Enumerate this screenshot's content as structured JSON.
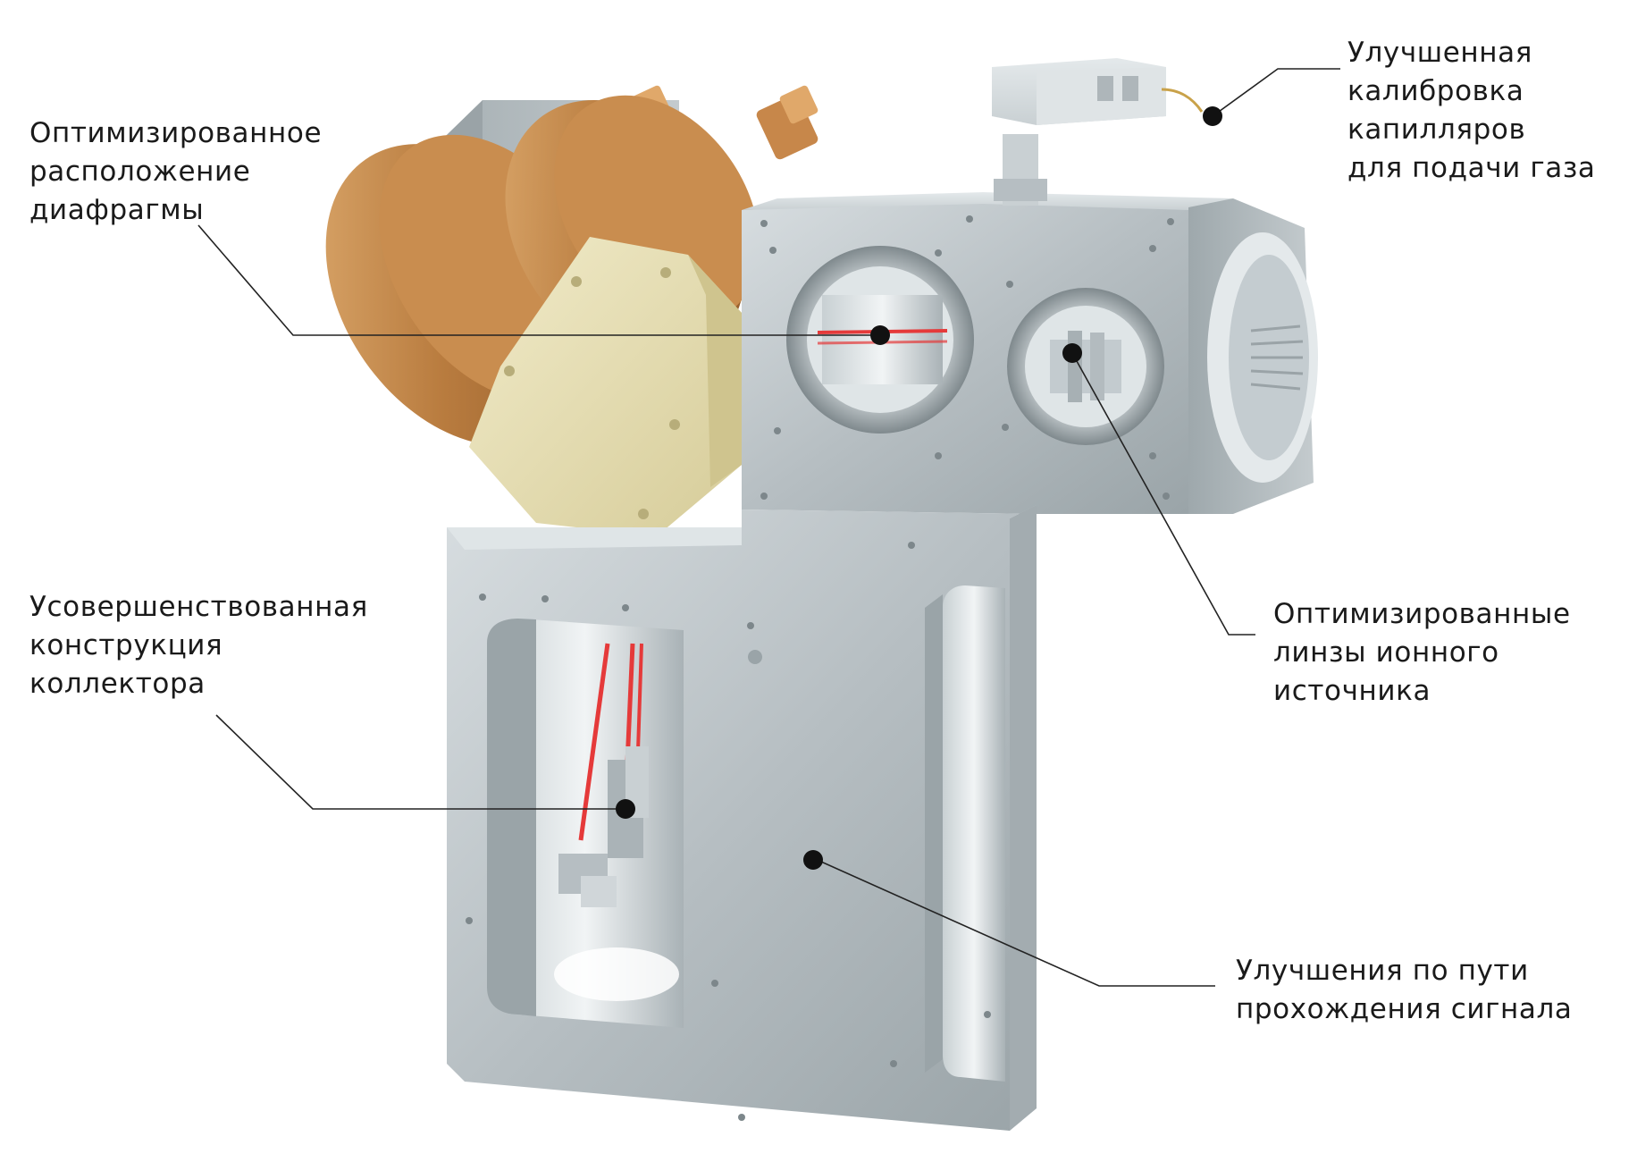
{
  "colors": {
    "steel": "#b9c1c4",
    "steel_dark": "#8e989c",
    "steel_light": "#dde3e5",
    "copper": "#b97c3f",
    "copper_light": "#d9a468",
    "brass": "#e7dfb6",
    "beam": "#e53a3a",
    "leader": "#222222",
    "text": "#1a1a1a"
  },
  "callouts": [
    {
      "id": "diaphragm",
      "lines": [
        "Оптимизированное",
        "расположение",
        "диафрагмы"
      ]
    },
    {
      "id": "capillaries",
      "lines": [
        "Улучшенная",
        "калибровка",
        "капилляров",
        "для подачи газа"
      ]
    },
    {
      "id": "collector",
      "lines": [
        "Усовершенствованная",
        "конструкция",
        "коллектора"
      ]
    },
    {
      "id": "ion-lenses",
      "lines": [
        "Оптимизированные",
        "линзы ионного",
        "источника"
      ]
    },
    {
      "id": "signal-path",
      "lines": [
        "Улучшения по пути",
        "прохождения сигнала"
      ]
    }
  ]
}
